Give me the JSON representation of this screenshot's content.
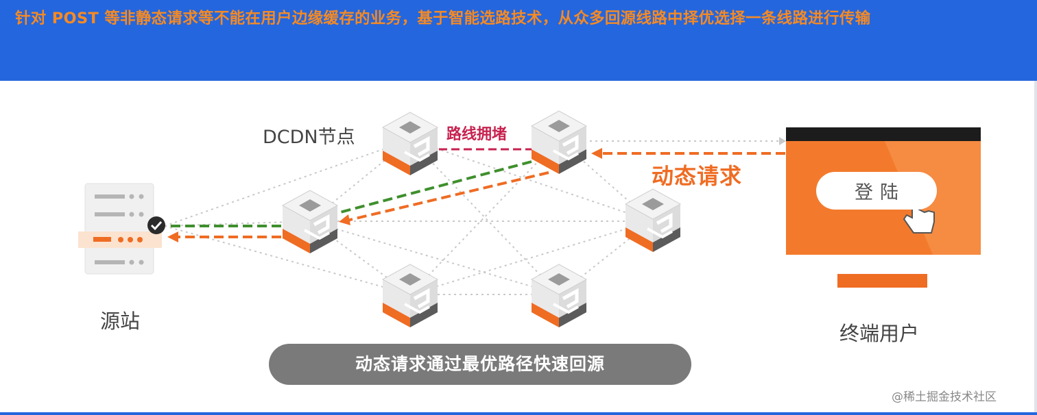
{
  "banner": {
    "text": "针对 POST 等非静态请求等不能在用户边缘缓存的业务，基于智能选路技术，从众多回源线路中择优选择一条线路进行传输"
  },
  "diagram": {
    "dcdn_label": "DCDN节点",
    "congestion_label": "路线拥堵",
    "dynamic_request_label": "动态请求",
    "origin_label": "源站",
    "end_user_label": "终端用户",
    "login_button_label": "登陆",
    "bottom_caption": "动态请求通过最优路径快速回源"
  },
  "credit": "@稀土掘金技术社区",
  "colors": {
    "banner_blue": "#2466dd",
    "banner_text_orange": "#f58a24",
    "accent_orange": "#ef6c23",
    "route_green": "#3f8f2d",
    "congestion_red": "#c7224f",
    "node_grey": "#7a7a7a"
  },
  "icons": [
    "server-icon",
    "check-icon",
    "cdn-node-icon",
    "monitor-icon",
    "hand-pointer-icon"
  ]
}
